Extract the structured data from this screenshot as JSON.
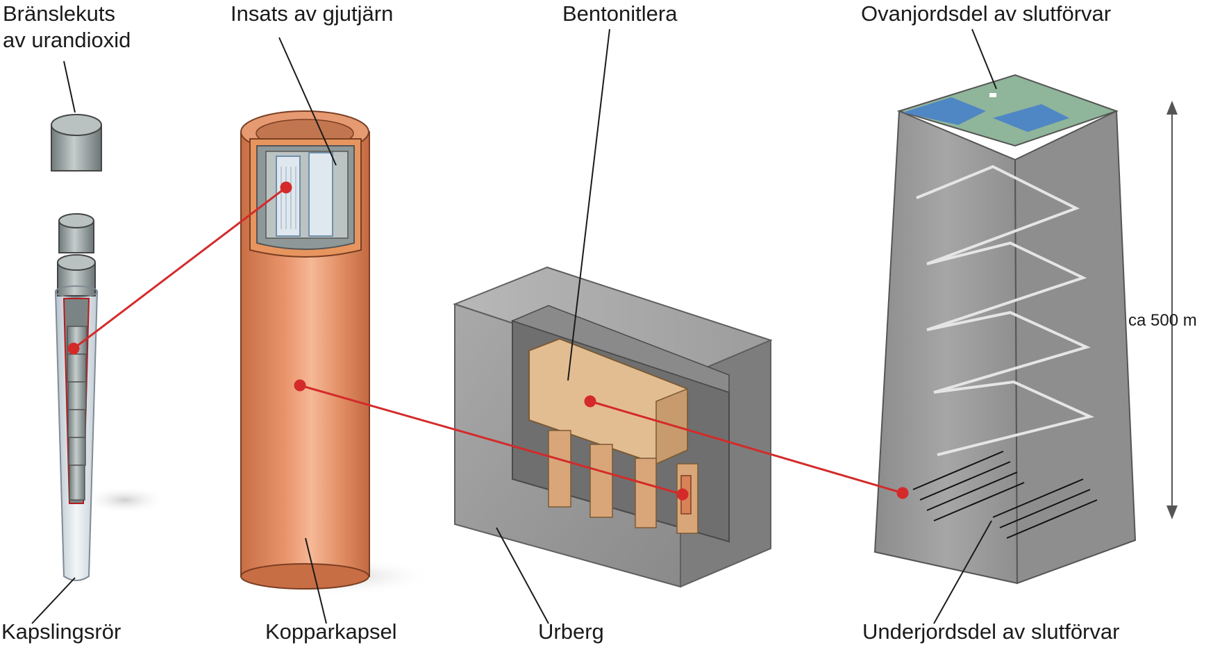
{
  "labels": {
    "fuel_pellet_line1": "Bränslekuts",
    "fuel_pellet_line2": "av urandioxid",
    "cladding_tube": "Kapslingsrör",
    "cast_iron_insert": "Insats av gjutjärn",
    "copper_canister": "Kopparkapsel",
    "bentonite": "Bentonitlera",
    "bedrock": "Urberg",
    "surface_facility": "Ovanjordsdel av slutförvar",
    "underground_facility": "Underjordsdel av slutförvar",
    "depth": "ca 500 m"
  },
  "colors": {
    "copper": "#d9825a",
    "copper_light": "#f3b08c",
    "rock": "#9a9a9a",
    "bentonite": "#e7c39a",
    "connector": "#d42a2a",
    "steel": "#8e9a9a"
  }
}
